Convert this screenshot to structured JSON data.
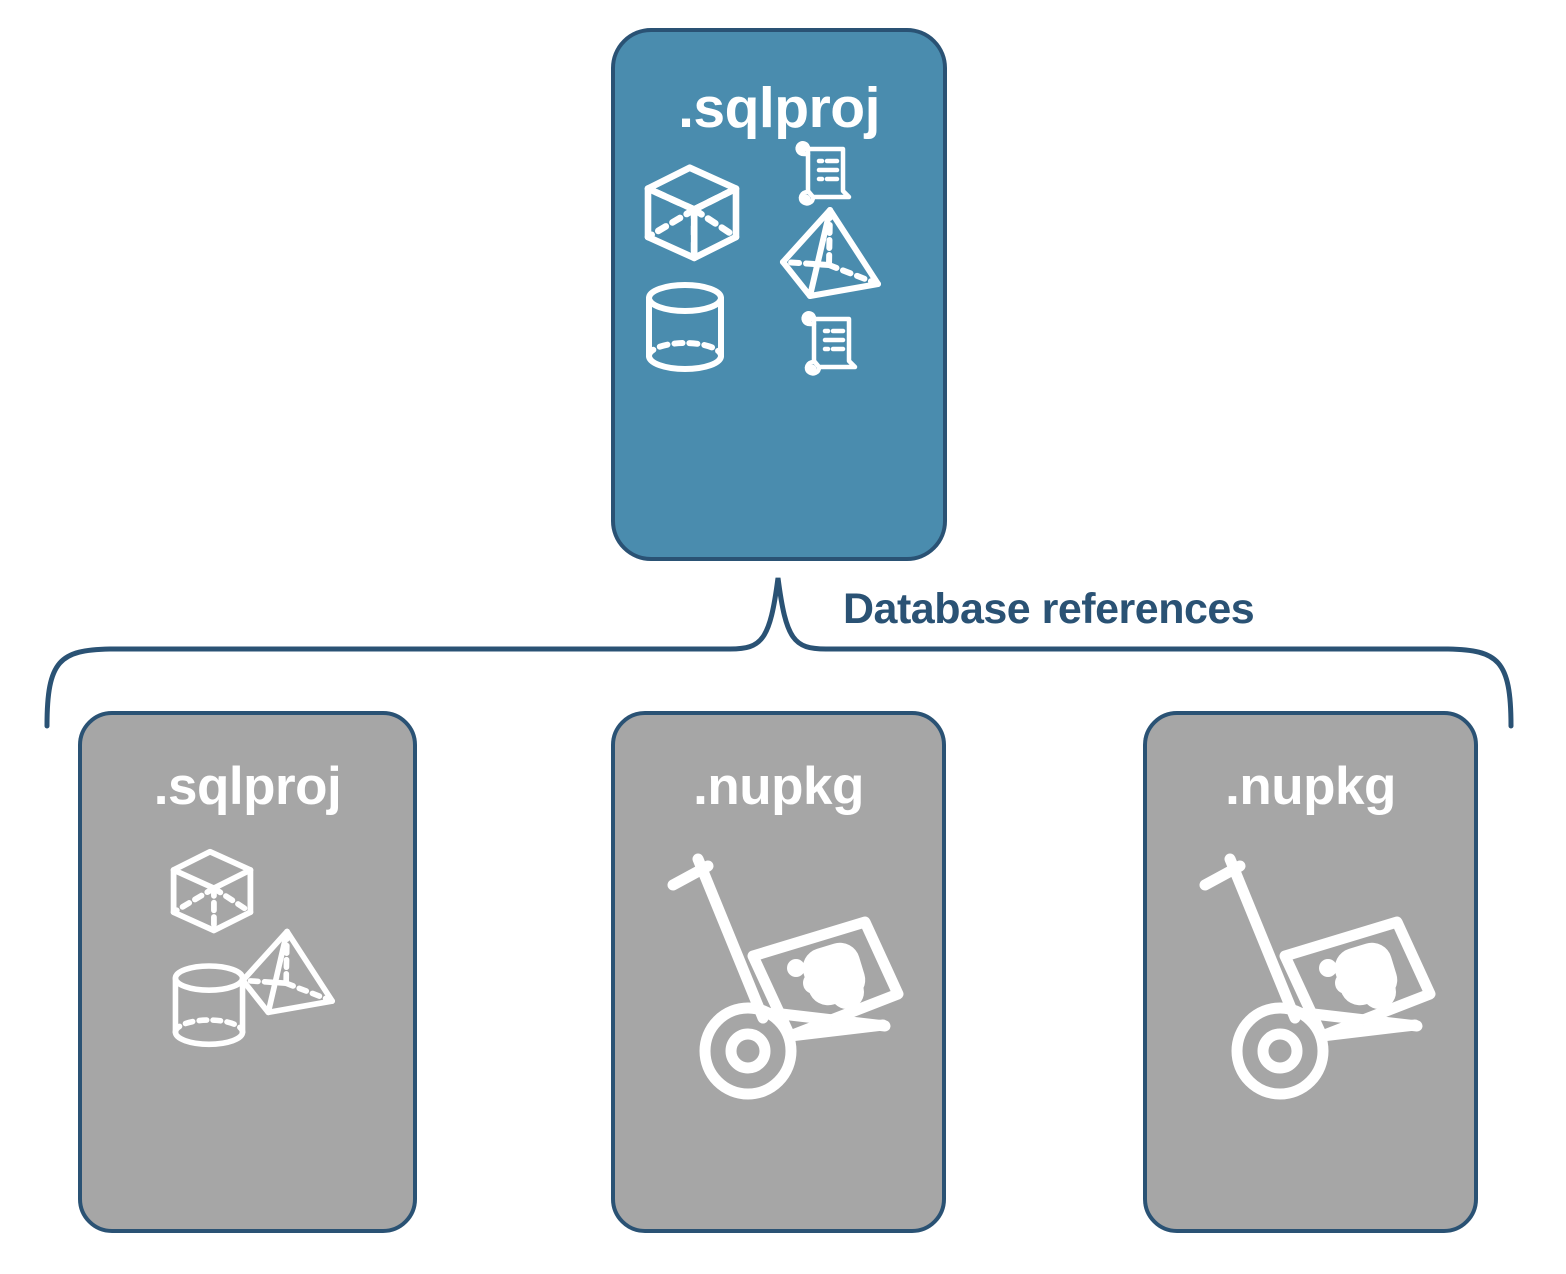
{
  "diagram": {
    "title_visible": false,
    "connector_label": "Database references",
    "colors": {
      "card_primary_fill": "#4a8cae",
      "card_reference_fill": "#a6a6a6",
      "outline": "#2a5274",
      "icon": "#ffffff",
      "label_text": "#2a5274",
      "background": "#ffffff"
    }
  },
  "root_card": {
    "label": ".sqlproj",
    "fill": "#4a8cae",
    "icons": [
      "cube-icon",
      "scroll-icon",
      "pyramid-icon",
      "cylinder-icon",
      "scroll-icon"
    ]
  },
  "reference_cards": [
    {
      "label": ".sqlproj",
      "fill": "#a6a6a6",
      "icons": [
        "cube-icon",
        "pyramid-icon",
        "cylinder-icon"
      ]
    },
    {
      "label": ".nupkg",
      "fill": "#a6a6a6",
      "icons": [
        "package-dolly-icon"
      ]
    },
    {
      "label": ".nupkg",
      "fill": "#a6a6a6",
      "icons": [
        "package-dolly-icon"
      ]
    }
  ]
}
